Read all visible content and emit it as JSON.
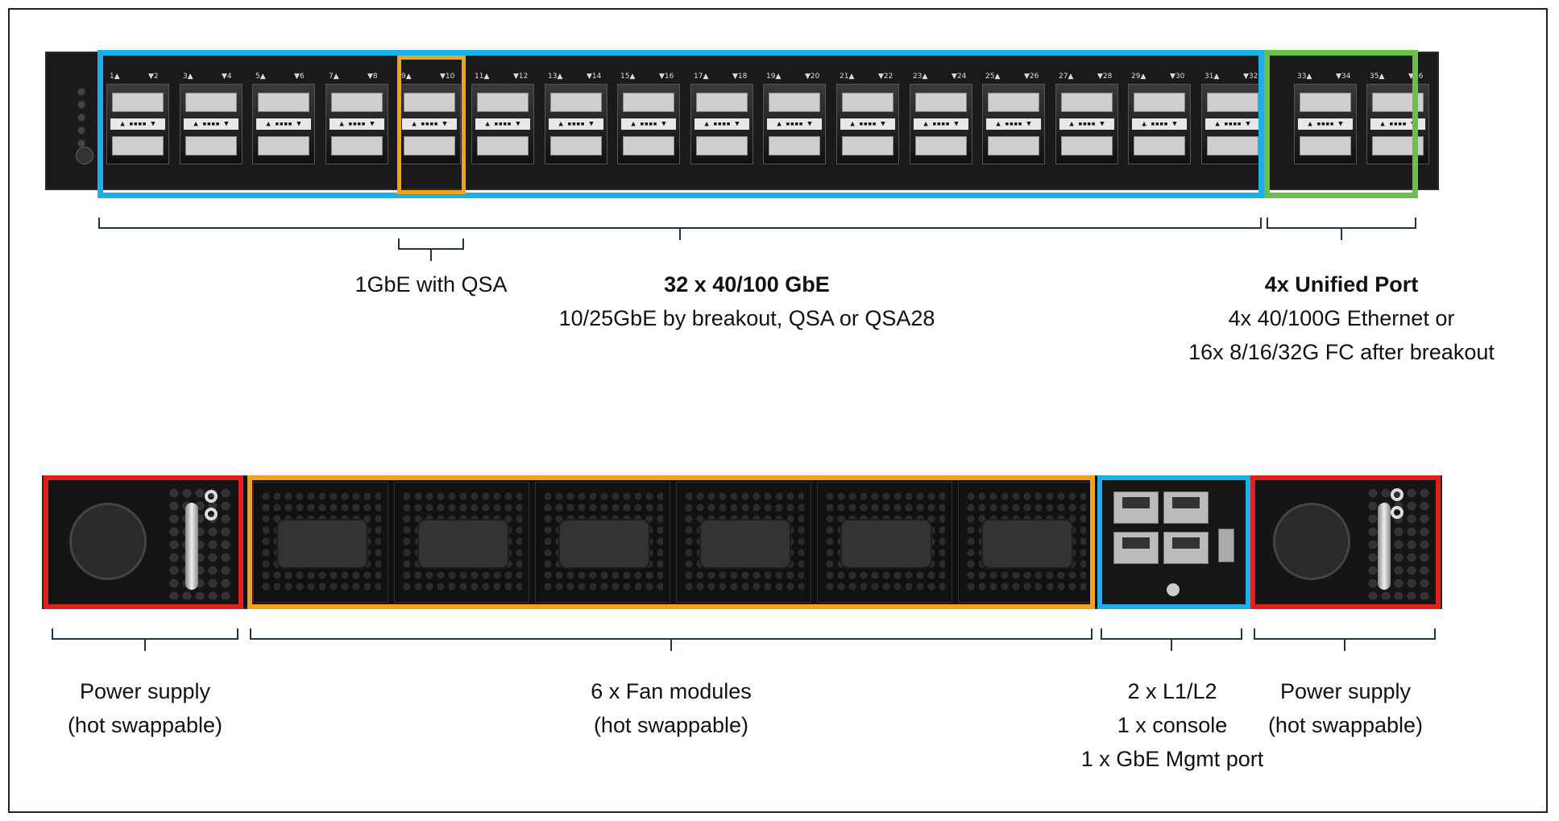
{
  "colors": {
    "switching_ports": "#1ab0e8",
    "qsa_port": "#f5a21b",
    "unified_ports": "#6cc04a",
    "power_supply": "#e0201b",
    "fan_modules": "#f5a21b",
    "mgmt_module": "#1ab0e8",
    "bracket": "#1f3552"
  },
  "front_panel": {
    "port_labels": [
      "1▲",
      "▼2",
      "3▲",
      "▼4",
      "5▲",
      "▼6",
      "7▲",
      "▼8",
      "9▲",
      "▼10",
      "11▲",
      "▼12",
      "13▲",
      "▼14",
      "15▲",
      "▼16",
      "17▲",
      "▼18",
      "19▲",
      "▼20",
      "21▲",
      "▼22",
      "23▲",
      "▼24",
      "25▲",
      "▼26",
      "27▲",
      "▼28",
      "29▲",
      "▼30",
      "31▲",
      "▼32",
      "33▲",
      "▼34",
      "35▲",
      "▼36"
    ],
    "port_glyph": "▲ ▪▪▪▪ ▼"
  },
  "labels": {
    "qsa": "1GbE with QSA",
    "main_title": "32 x 40/100 GbE",
    "main_sub": "10/25GbE by breakout, QSA or QSA28",
    "unified_title": "4x Unified Port",
    "unified_line1": "4x 40/100G Ethernet or",
    "unified_line2": "16x 8/16/32G FC after breakout",
    "psu_left_1": "Power supply",
    "psu_left_2": "(hot swappable)",
    "fans_1": "6 x Fan modules",
    "fans_2": "(hot swappable)",
    "mgmt_1": "2 x L1/L2",
    "mgmt_2": "1 x console",
    "mgmt_3": "1 x GbE Mgmt port",
    "psu_right_1": "Power supply",
    "psu_right_2": "(hot swappable)"
  }
}
